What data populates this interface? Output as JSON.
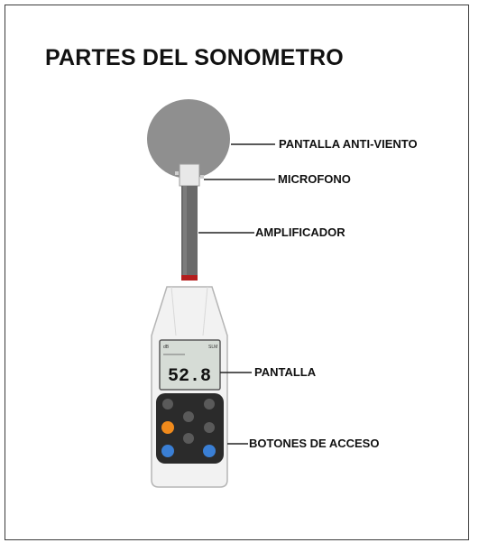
{
  "title": "PARTES DEL SONOMETRO",
  "labels": {
    "windscreen": "PANTALLA ANTI-VIENTO",
    "microphone": "MICROFONO",
    "amplifier": "AMPLIFICADOR",
    "display": "PANTALLA",
    "buttons": "BOTONES DE ACCESO"
  },
  "display_reading": "52.8",
  "colors": {
    "windscreen": "#8f8f8f",
    "amplifier": "#6a6a6a",
    "body": "#f2f2f2",
    "lcd": "#d6dcd6",
    "keypad": "#2b2b2b",
    "button_orange": "#f08a1c",
    "button_blue": "#3a7fd5"
  }
}
